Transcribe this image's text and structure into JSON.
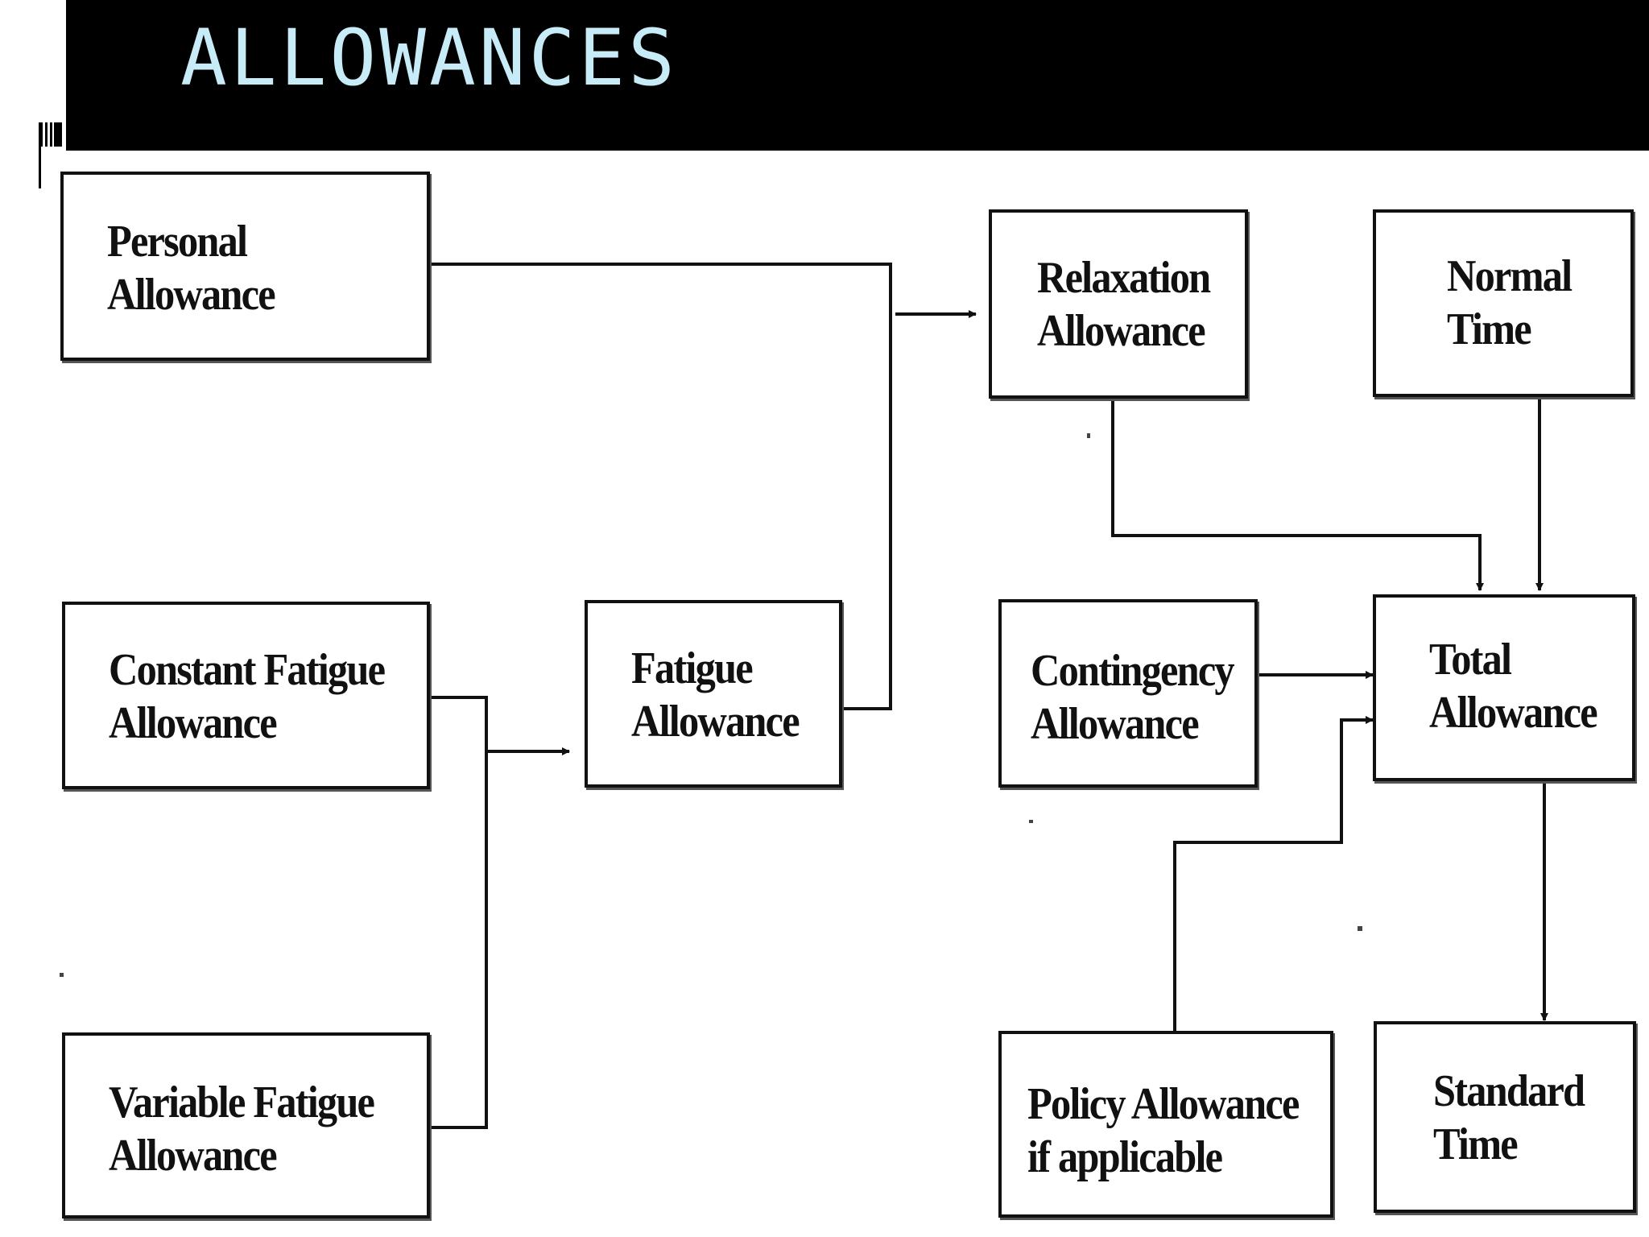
{
  "title": "ALLOWANCES",
  "colors": {
    "title_bar": "#000000",
    "title_text": "#c7ecf8",
    "box_border": "#111111",
    "page_bg": "#ffffff"
  },
  "nodes": {
    "personal": {
      "line1": "Personal",
      "line2": "Allowance"
    },
    "constant_fatigue": {
      "line1": "Constant Fatigue",
      "line2": "Allowance"
    },
    "variable_fatigue": {
      "line1": "Variable Fatigue",
      "line2": "Allowance"
    },
    "fatigue": {
      "line1": "Fatigue",
      "line2": "Allowance"
    },
    "relaxation": {
      "line1": "Relaxation",
      "line2": "Allowance"
    },
    "normal_time": {
      "line1": "Normal",
      "line2": "Time"
    },
    "contingency": {
      "line1": "Contingency",
      "line2": "Allowance"
    },
    "total": {
      "line1": "Total",
      "line2": "Allowance"
    },
    "policy": {
      "line1": "Policy Allowance",
      "line2": "if applicable"
    },
    "standard_time": {
      "line1": "Standard",
      "line2": "Time"
    }
  },
  "edges": [
    {
      "from": "Constant Fatigue Allowance",
      "to": "Fatigue Allowance"
    },
    {
      "from": "Variable Fatigue Allowance",
      "to": "Fatigue Allowance"
    },
    {
      "from": "Personal Allowance",
      "to": "Relaxation Allowance"
    },
    {
      "from": "Fatigue Allowance",
      "to": "Relaxation Allowance"
    },
    {
      "from": "Relaxation Allowance",
      "to": "Total Allowance"
    },
    {
      "from": "Normal Time",
      "to": "Total Allowance"
    },
    {
      "from": "Contingency Allowance",
      "to": "Total Allowance"
    },
    {
      "from": "Policy Allowance if applicable",
      "to": "Total Allowance"
    },
    {
      "from": "Total Allowance",
      "to": "Standard Time"
    }
  ]
}
